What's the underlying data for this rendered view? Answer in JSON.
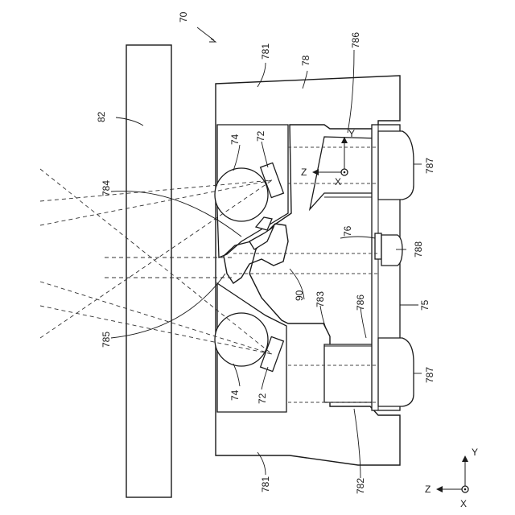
{
  "labels": {
    "fig_ref": "70",
    "housing_top": "781",
    "housing_bottom": "781",
    "housing_main": "78",
    "glass": "82",
    "emitter_top": "74",
    "emitter_bottom": "74",
    "detector_top": "72",
    "detector_bottom": "72",
    "guide": "784",
    "guide2": "785",
    "wall_top": "786",
    "wall_bottom": "786",
    "lens_cap_top": "787",
    "lens_cap_bottom": "787",
    "center_chip": "76",
    "center_lens": "788",
    "board": "75",
    "prism": "90",
    "step": "783",
    "cavity_bottom": "782"
  },
  "axes_local": {
    "y": "Y",
    "z": "Z",
    "x": "X"
  },
  "axes_corner": {
    "y": "Y",
    "z": "Z",
    "x": "X"
  }
}
